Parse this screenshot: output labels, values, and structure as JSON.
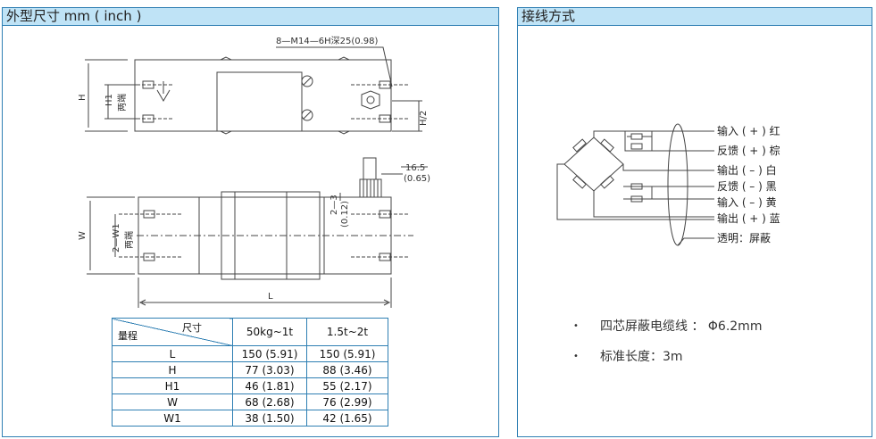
{
  "left_panel": {
    "title": "外型尺寸 mm ( inch )",
    "labels": {
      "thread_spec": "8—M14—6H深25(0.98)",
      "h": "H",
      "h1": "H1",
      "two_ends_top": "两端",
      "h_half": "H/2",
      "dim_165": "16.5",
      "dim_065": "(0.65)",
      "dim_2_3": "2—3",
      "dim_012": "(0.12)",
      "w": "W",
      "w1": "2—W1",
      "two_ends_bottom": "两端",
      "l": "L"
    },
    "table": {
      "header_range": "量程",
      "header_size": "尺寸",
      "columns": [
        "50kg~1t",
        "1.5t~2t"
      ],
      "rows": [
        {
          "label": "L",
          "v1": "150 (5.91)",
          "v2": "150 (5.91)"
        },
        {
          "label": "H",
          "v1": "77 (3.03)",
          "v2": "88 (3.46)"
        },
        {
          "label": "H1",
          "v1": "46 (1.81)",
          "v2": "55 (2.17)"
        },
        {
          "label": "W",
          "v1": "68 (2.68)",
          "v2": "76 (2.99)"
        },
        {
          "label": "W1",
          "v1": "38 (1.50)",
          "v2": "42 (1.65)"
        }
      ]
    }
  },
  "right_panel": {
    "title": "接线方式",
    "wires": [
      "输入 ( + ) 红",
      "反馈 ( + ) 棕",
      "输出 ( – ) 白",
      "反馈 ( – ) 黑",
      "输入 ( – ) 黄",
      "输出 ( + ) 蓝"
    ],
    "shield": "透明：屏蔽",
    "bullets": [
      "四芯屏蔽电缆线 ： Φ6.2mm",
      "标准长度：3m"
    ],
    "bullet_symbol": "•"
  },
  "colors": {
    "frame": "#2f7fb3",
    "header_bg": "#bfe3f6",
    "drawing": "#444444"
  }
}
